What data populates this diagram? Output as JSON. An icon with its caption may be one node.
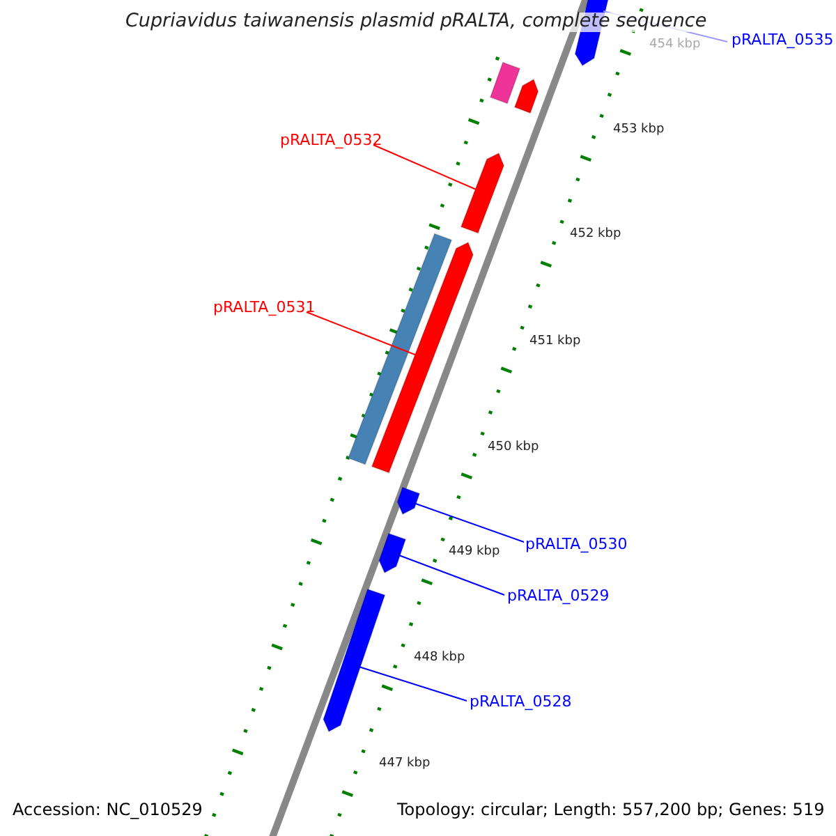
{
  "diagram": {
    "title": "Cupriavidus taiwanensis plasmid pRALTA, complete sequence",
    "nodes": [
      {
        "text": [
          "pRALTA_0535"
        ]
      },
      {
        "text": [],
        "shape": "bar"
      },
      {
        "text": [],
        "shape": "bar"
      },
      {
        "text": [],
        "shape": "bar"
      },
      {
        "text": [
          "pRALTA_0532"
        ]
      },
      {
        "text": [],
        "shape": "bar"
      },
      {
        "text": [
          "pRALTA_0531"
        ]
      },
      {
        "text": [],
        "shape": "bar"
      },
      {
        "text": [],
        "shape": "bar"
      },
      {
        "text": [
          "pRALTA_0530"
        ]
      },
      {
        "text": [],
        "shape": "bar"
      },
      {
        "text": [
          "pRALTA_0529"
        ]
      },
      {
        "text": [],
        "shape": "bar"
      },
      {
        "text": [
          "pRALTA_0528"
        ]
      },
      {
        "text": [],
        "shape": "bar"
      }
    ],
    "edges": [
      {
        "from": 0,
        "to": 1,
        "arrow": "none",
        "color": "#9999ff"
      },
      {
        "from": 4,
        "to": 5,
        "arrow": "none",
        "color": "#ff0000"
      },
      {
        "from": 6,
        "to": 8,
        "arrow": "none",
        "color": "#ff0000"
      },
      {
        "from": 9,
        "to": 10,
        "arrow": "none"
      },
      {
        "from": 11,
        "to": 12,
        "arrow": "none"
      },
      {
        "from": 13,
        "to": 14,
        "arrow": "none"
      }
    ],
    "labels": [
      "454 kbp",
      "453 kbp",
      "452 kbp",
      "451 kbp",
      "450 kbp",
      "449 kbp",
      "448 kbp",
      "447 kbp",
      "Accession: NC_010529",
      "Topology: circular; Length: 557,200 bp; Genes: 519"
    ]
  }
}
